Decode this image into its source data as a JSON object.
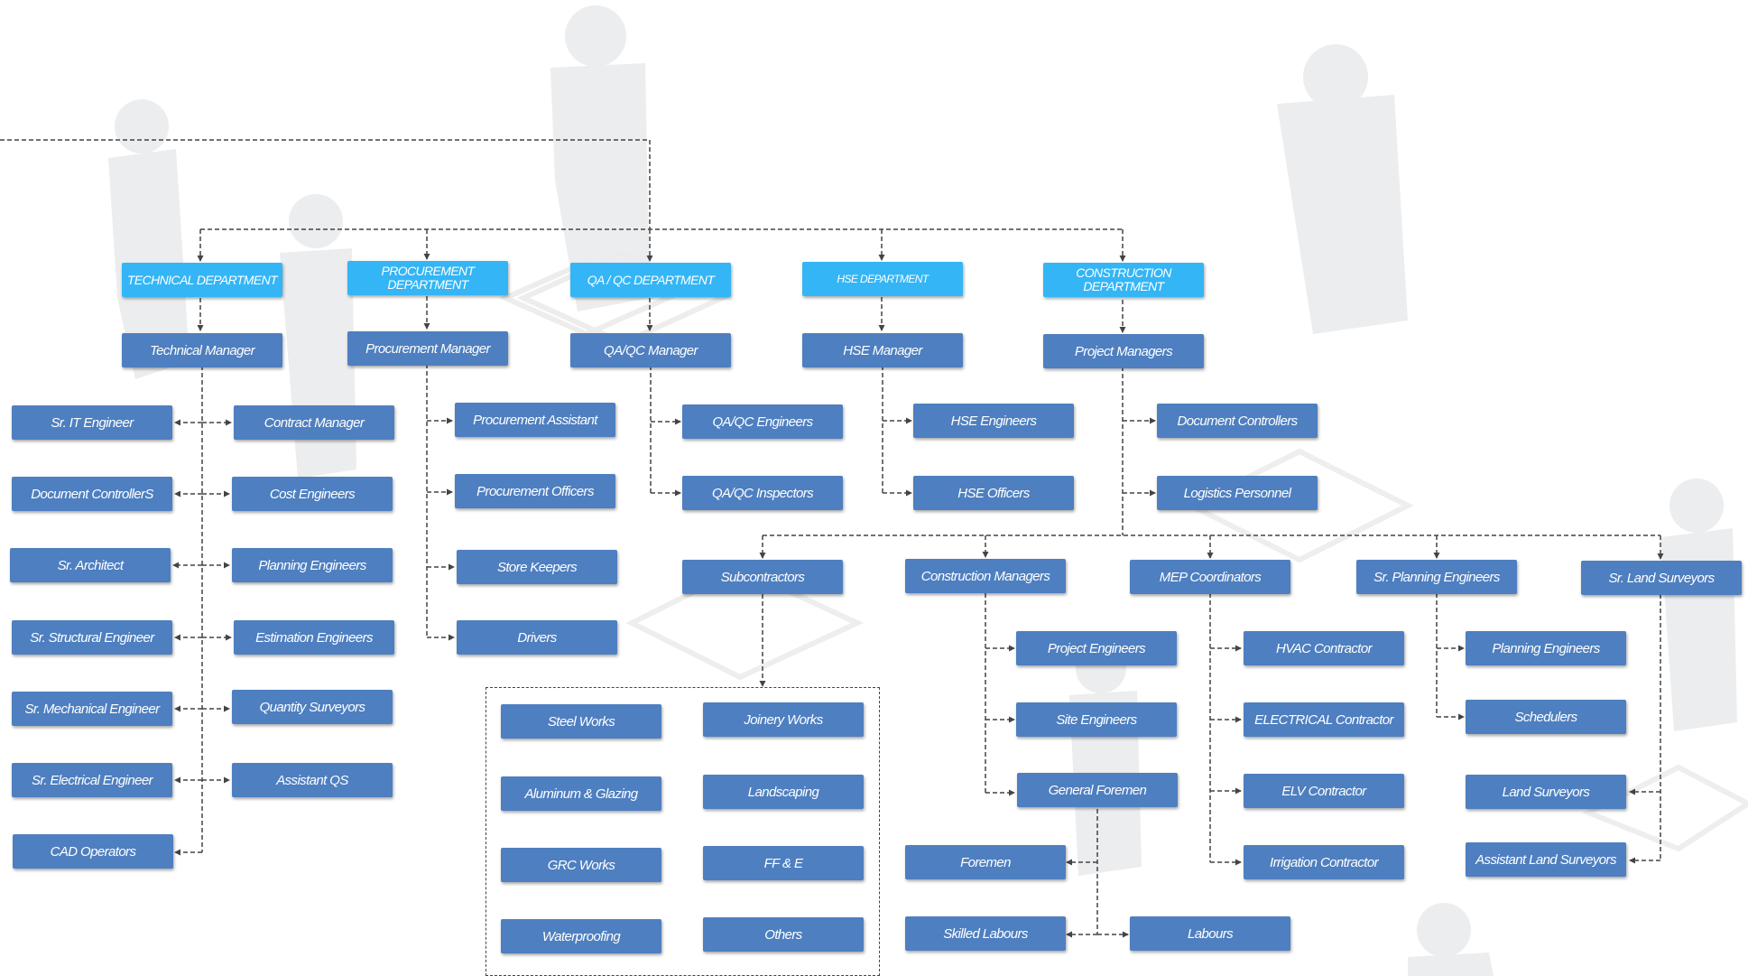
{
  "departments": {
    "technical": "TECHNICAL DEPARTMENT",
    "procurement": "PROCUREMENT DEPARTMENT",
    "qaqc": "QA / QC DEPARTMENT",
    "hse": "HSE DEPARTMENT",
    "construction": "CONSTRUCTION DEPARTMENT"
  },
  "managers": {
    "technical": "Technical Manager",
    "procurement": "Procurement Manager",
    "qaqc": "QA/QC Manager",
    "hse": "HSE Manager",
    "construction": "Project Managers"
  },
  "technical_left": [
    "Sr. IT Engineer",
    "Document ControllerS",
    "Sr. Architect",
    "Sr. Structural Engineer",
    "Sr. Mechanical Engineer",
    "Sr. Electrical Engineer",
    "CAD Operators"
  ],
  "technical_right": [
    "Contract Manager",
    "Cost Engineers",
    "Planning Engineers",
    "Estimation Engineers",
    "Quantity Surveyors",
    "Assistant QS"
  ],
  "procurement_staff": [
    "Procurement Assistant",
    "Procurement Officers",
    "Store Keepers",
    "Drivers"
  ],
  "qaqc_staff": [
    "QA/QC Engineers",
    "QA/QC Inspectors"
  ],
  "hse_staff": [
    "HSE Engineers",
    "HSE Officers"
  ],
  "construction_staff": [
    "Document Controllers",
    "Logistics Personnel"
  ],
  "construction_units": [
    "Subcontractors",
    "Construction Managers",
    "MEP Coordinators",
    "Sr. Planning Engineers",
    "Sr. Land Surveyors"
  ],
  "subcontractor_works": [
    "Steel Works",
    "Joinery Works",
    "Aluminum & Glazing",
    "Landscaping",
    "GRC Works",
    "FF & E",
    "Waterproofing",
    "Others"
  ],
  "construction_managers_staff": [
    "Project Engineers",
    "Site Engineers",
    "General Foremen"
  ],
  "foremen_staff": [
    "Foremen",
    "Skilled Labours",
    "Labours"
  ],
  "mep_staff": [
    "HVAC Contractor",
    "ELECTRICAL Contractor",
    "ELV Contractor",
    "Irrigation Contractor"
  ],
  "planning_staff": [
    "Planning Engineers",
    "Schedulers"
  ],
  "survey_staff": [
    "Land Surveyors",
    "Assistant Land Surveyors"
  ],
  "colors": {
    "department": "#34b5f6",
    "box": "#4e7fc0",
    "connector": "#444444",
    "silhouette": "#e6e7e9"
  }
}
